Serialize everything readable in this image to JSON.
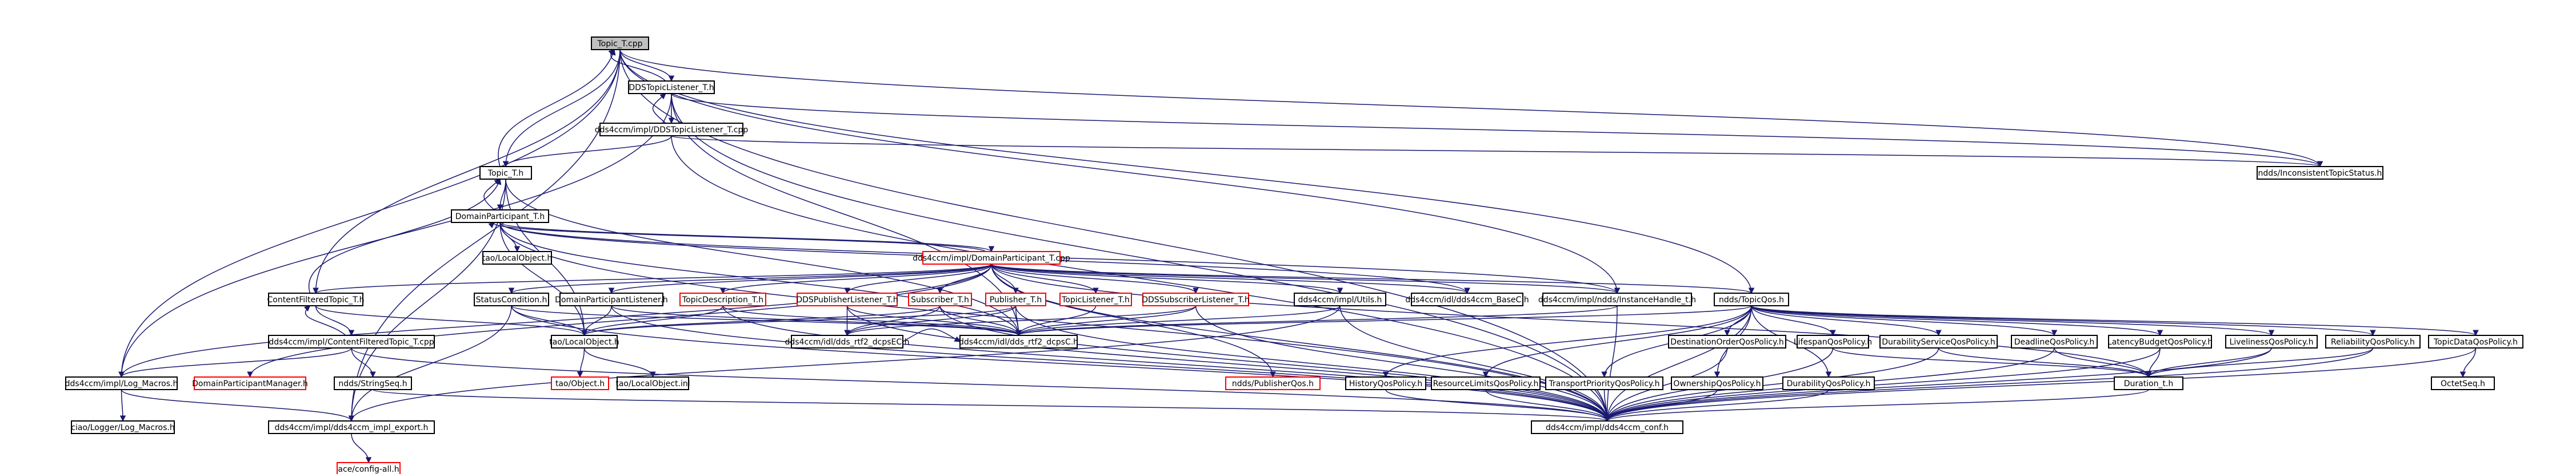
{
  "colors": {
    "edge": "#191970",
    "node_border": "#000000",
    "node_border_missing": "#ff0000",
    "node_fill": "#ffffff",
    "root_fill": "#bfbfbf"
  },
  "nodes": [
    {
      "id": "n0",
      "label": "Topic_T.cpp",
      "root": true
    },
    {
      "id": "n1",
      "label": "DDSTopicListener_T.h"
    },
    {
      "id": "n2",
      "label": "dds4ccm/impl/DDSTopicListener_T.cpp"
    },
    {
      "id": "n3",
      "label": "Topic_T.h"
    },
    {
      "id": "n4",
      "label": "ndds/InconsistentTopicStatus.h"
    },
    {
      "id": "n5",
      "label": "DomainParticipant_T.h"
    },
    {
      "id": "n6",
      "label": "tao/LocalObject.h"
    },
    {
      "id": "n7",
      "label": "dds4ccm/impl/DomainParticipant_T.cpp",
      "missing": true
    },
    {
      "id": "n8",
      "label": "ContentFilteredTopic_T.h"
    },
    {
      "id": "n9",
      "label": "StatusCondition.h"
    },
    {
      "id": "n10",
      "label": "DomainParticipantListener.h"
    },
    {
      "id": "n11",
      "label": "TopicDescription_T.h",
      "missing": true
    },
    {
      "id": "n12",
      "label": "DDSPublisherListener_T.h",
      "missing": true
    },
    {
      "id": "n13",
      "label": "Subscriber_T.h",
      "missing": true
    },
    {
      "id": "n14",
      "label": "Publisher_T.h",
      "missing": true
    },
    {
      "id": "n15",
      "label": "TopicListener_T.h",
      "missing": true
    },
    {
      "id": "n16",
      "label": "DDSSubscriberListener_T.h",
      "missing": true
    },
    {
      "id": "n17",
      "label": "dds4ccm/impl/Utils.h"
    },
    {
      "id": "n18",
      "label": "dds4ccm/idl/dds4ccm_BaseC.h"
    },
    {
      "id": "n19",
      "label": "dds4ccm/impl/ndds/InstanceHandle_t.h"
    },
    {
      "id": "n20",
      "label": "ndds/TopicQos.h"
    },
    {
      "id": "n21",
      "label": "dds4ccm/impl/ContentFilteredTopic_T.cpp"
    },
    {
      "id": "n22",
      "label": "tao/LocalObject.h"
    },
    {
      "id": "n23",
      "label": "dds4ccm/idl/dds_rtf2_dcpsEC.h"
    },
    {
      "id": "n24",
      "label": "dds4ccm/idl/dds_rtf2_dcpsC.h"
    },
    {
      "id": "n25",
      "label": "DestinationOrderQosPolicy.h"
    },
    {
      "id": "n26",
      "label": "LifespanQosPolicy.h"
    },
    {
      "id": "n27",
      "label": "DurabilityServiceQosPolicy.h"
    },
    {
      "id": "n28",
      "label": "DeadlineQosPolicy.h"
    },
    {
      "id": "n29",
      "label": "LatencyBudgetQosPolicy.h"
    },
    {
      "id": "n30",
      "label": "LivelinessQosPolicy.h"
    },
    {
      "id": "n31",
      "label": "ReliabilityQosPolicy.h"
    },
    {
      "id": "n32",
      "label": "TopicDataQosPolicy.h"
    },
    {
      "id": "n33",
      "label": "dds4ccm/impl/Log_Macros.h"
    },
    {
      "id": "n34",
      "label": "DomainParticipantManager.h",
      "missing": true
    },
    {
      "id": "n35",
      "label": "ndds/StringSeq.h"
    },
    {
      "id": "n36",
      "label": "tao/Object.h",
      "missing": true
    },
    {
      "id": "n37",
      "label": "tao/LocalObject.inl"
    },
    {
      "id": "n38",
      "label": "ndds/PublisherQos.h",
      "missing": true
    },
    {
      "id": "n39",
      "label": "HistoryQosPolicy.h"
    },
    {
      "id": "n40",
      "label": "ResourceLimitsQosPolicy.h"
    },
    {
      "id": "n41",
      "label": "TransportPriorityQosPolicy.h"
    },
    {
      "id": "n42",
      "label": "OwnershipQosPolicy.h"
    },
    {
      "id": "n43",
      "label": "DurabilityQosPolicy.h"
    },
    {
      "id": "n44",
      "label": "Duration_t.h"
    },
    {
      "id": "n45",
      "label": "OctetSeq.h"
    },
    {
      "id": "n46",
      "label": "ciao/Logger/Log_Macros.h"
    },
    {
      "id": "n47",
      "label": "dds4ccm/impl/dds4ccm_impl_export.h"
    },
    {
      "id": "n48",
      "label": "dds4ccm/impl/dds4ccm_conf.h"
    },
    {
      "id": "n49",
      "label": "ace/config-all.h",
      "missing": true
    }
  ],
  "edges": [
    [
      "n0",
      "n1"
    ],
    [
      "n0",
      "n3"
    ],
    [
      "n0",
      "n4"
    ],
    [
      "n0",
      "n8"
    ],
    [
      "n0",
      "n19"
    ],
    [
      "n0",
      "n20"
    ],
    [
      "n0",
      "n33"
    ],
    [
      "n0",
      "n47"
    ],
    [
      "n0",
      "n48"
    ],
    [
      "n1",
      "n2"
    ],
    [
      "n1",
      "n0"
    ],
    [
      "n1",
      "n33"
    ],
    [
      "n1",
      "n4"
    ],
    [
      "n1",
      "n48"
    ],
    [
      "n1",
      "n24"
    ],
    [
      "n2",
      "n1"
    ],
    [
      "n2",
      "n3"
    ],
    [
      "n2",
      "n48"
    ],
    [
      "n2",
      "n4"
    ],
    [
      "n3",
      "n0"
    ],
    [
      "n3",
      "n5"
    ],
    [
      "n3",
      "n22"
    ],
    [
      "n3",
      "n47"
    ],
    [
      "n3",
      "n24"
    ],
    [
      "n5",
      "n6"
    ],
    [
      "n5",
      "n7"
    ],
    [
      "n5",
      "n3"
    ],
    [
      "n5",
      "n22"
    ],
    [
      "n5",
      "n18"
    ],
    [
      "n5",
      "n19"
    ],
    [
      "n5",
      "n48"
    ],
    [
      "n5",
      "n24"
    ],
    [
      "n7",
      "n5"
    ],
    [
      "n7",
      "n8"
    ],
    [
      "n7",
      "n9"
    ],
    [
      "n7",
      "n10"
    ],
    [
      "n7",
      "n11"
    ],
    [
      "n7",
      "n12"
    ],
    [
      "n7",
      "n13"
    ],
    [
      "n7",
      "n14"
    ],
    [
      "n7",
      "n15"
    ],
    [
      "n7",
      "n16"
    ],
    [
      "n7",
      "n17"
    ],
    [
      "n7",
      "n18"
    ],
    [
      "n7",
      "n19"
    ],
    [
      "n7",
      "n20"
    ],
    [
      "n7",
      "n33"
    ],
    [
      "n7",
      "n34"
    ],
    [
      "n7",
      "n38"
    ],
    [
      "n7",
      "n44"
    ],
    [
      "n7",
      "n48"
    ],
    [
      "n8",
      "n21"
    ],
    [
      "n8",
      "n22"
    ],
    [
      "n8",
      "n3"
    ],
    [
      "n9",
      "n22"
    ],
    [
      "n9",
      "n24"
    ],
    [
      "n9",
      "n48"
    ],
    [
      "n9",
      "n47"
    ],
    [
      "n10",
      "n22"
    ],
    [
      "n10",
      "n24"
    ],
    [
      "n10",
      "n48"
    ],
    [
      "n11",
      "n22"
    ],
    [
      "n11",
      "n24"
    ],
    [
      "n11",
      "n48"
    ],
    [
      "n12",
      "n23"
    ],
    [
      "n12",
      "n24"
    ],
    [
      "n12",
      "n48"
    ],
    [
      "n13",
      "n22"
    ],
    [
      "n13",
      "n23"
    ],
    [
      "n13",
      "n24"
    ],
    [
      "n13",
      "n48"
    ],
    [
      "n14",
      "n22"
    ],
    [
      "n14",
      "n23"
    ],
    [
      "n14",
      "n24"
    ],
    [
      "n14",
      "n48"
    ],
    [
      "n15",
      "n24"
    ],
    [
      "n16",
      "n23"
    ],
    [
      "n16",
      "n24"
    ],
    [
      "n16",
      "n48"
    ],
    [
      "n17",
      "n24"
    ],
    [
      "n17",
      "n48"
    ],
    [
      "n17",
      "n47"
    ],
    [
      "n19",
      "n24"
    ],
    [
      "n19",
      "n48"
    ],
    [
      "n20",
      "n24"
    ],
    [
      "n20",
      "n25"
    ],
    [
      "n20",
      "n26"
    ],
    [
      "n20",
      "n27"
    ],
    [
      "n20",
      "n28"
    ],
    [
      "n20",
      "n29"
    ],
    [
      "n20",
      "n30"
    ],
    [
      "n20",
      "n31"
    ],
    [
      "n20",
      "n32"
    ],
    [
      "n20",
      "n39"
    ],
    [
      "n20",
      "n40"
    ],
    [
      "n20",
      "n41"
    ],
    [
      "n20",
      "n42"
    ],
    [
      "n20",
      "n43"
    ],
    [
      "n20",
      "n48"
    ],
    [
      "n21",
      "n8"
    ],
    [
      "n21",
      "n33"
    ],
    [
      "n21",
      "n35"
    ],
    [
      "n21",
      "n48"
    ],
    [
      "n22",
      "n36"
    ],
    [
      "n22",
      "n37"
    ],
    [
      "n23",
      "n24"
    ],
    [
      "n25",
      "n48"
    ],
    [
      "n26",
      "n44"
    ],
    [
      "n26",
      "n48"
    ],
    [
      "n27",
      "n44"
    ],
    [
      "n27",
      "n48"
    ],
    [
      "n28",
      "n44"
    ],
    [
      "n28",
      "n48"
    ],
    [
      "n29",
      "n44"
    ],
    [
      "n29",
      "n48"
    ],
    [
      "n30",
      "n44"
    ],
    [
      "n30",
      "n48"
    ],
    [
      "n31",
      "n44"
    ],
    [
      "n31",
      "n48"
    ],
    [
      "n32",
      "n45"
    ],
    [
      "n32",
      "n48"
    ],
    [
      "n33",
      "n46"
    ],
    [
      "n33",
      "n47"
    ],
    [
      "n35",
      "n48"
    ],
    [
      "n39",
      "n48"
    ],
    [
      "n40",
      "n48"
    ],
    [
      "n41",
      "n48"
    ],
    [
      "n42",
      "n48"
    ],
    [
      "n43",
      "n48"
    ],
    [
      "n44",
      "n48"
    ],
    [
      "n47",
      "n49"
    ]
  ]
}
